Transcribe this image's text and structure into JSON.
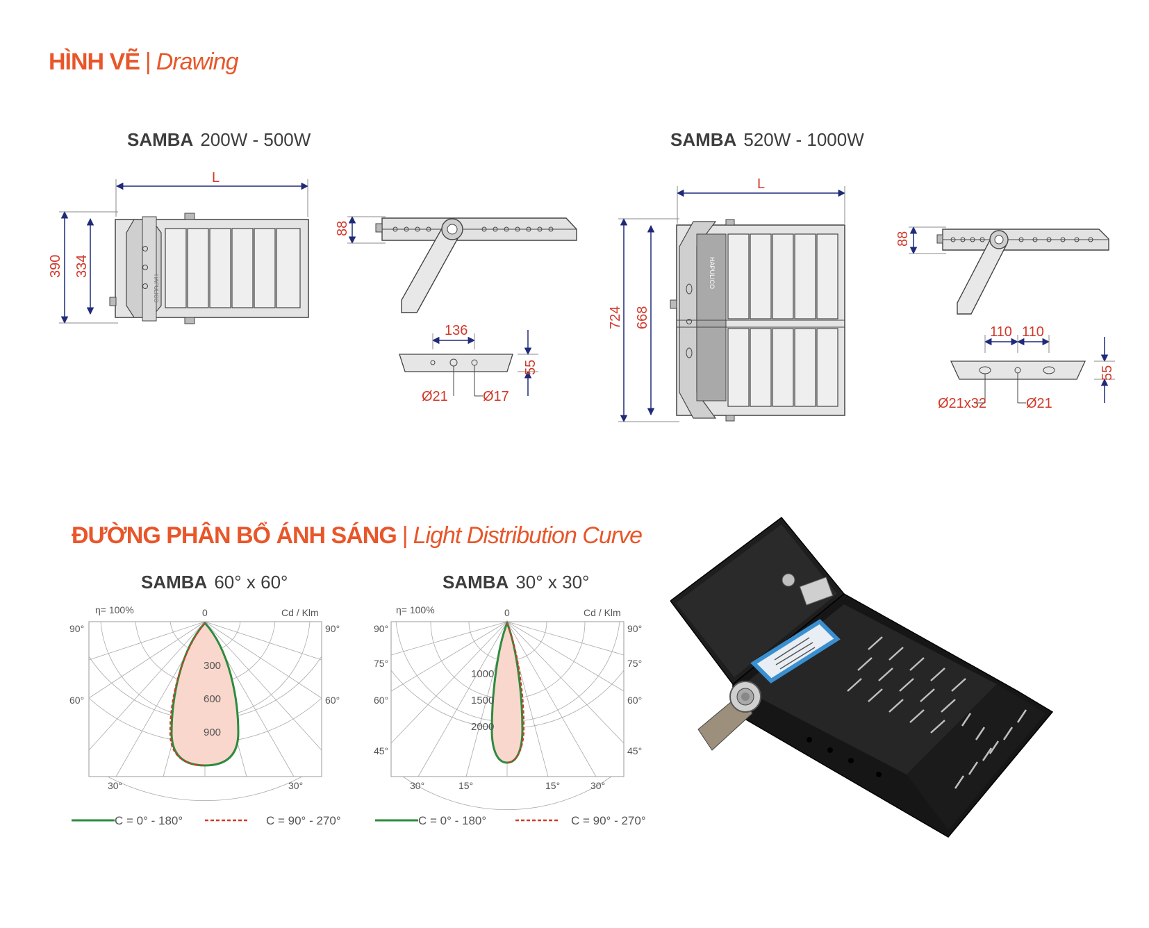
{
  "drawing_section": {
    "title_vi": "HÌNH VẼ",
    "separator": "|",
    "title_en": "Drawing"
  },
  "light_section": {
    "title_vi": "ĐƯỜNG PHÂN BỔ ÁNH SÁNG",
    "separator": "|",
    "title_en": "Light Distribution Curve"
  },
  "models": {
    "small": {
      "name": "SAMBA",
      "range": "200W - 500W"
    },
    "large": {
      "name": "SAMBA",
      "range": "520W - 1000W"
    }
  },
  "small_dims": {
    "length": "L",
    "height_outer": "390",
    "height_inner": "334",
    "side_depth": "88",
    "hole_spacing": "136",
    "bracket_h": "55",
    "hole_a": "Ø21",
    "hole_b": "Ø17",
    "brand": "HAPULICO"
  },
  "large_dims": {
    "length": "L",
    "height_outer": "724",
    "height_inner": "668",
    "side_depth": "88",
    "spacing_a": "110",
    "spacing_b": "110",
    "bracket_h": "55",
    "slot": "Ø21x32",
    "hole": "Ø21",
    "brand": "HAPULICO"
  },
  "polar_charts": [
    {
      "title_name": "SAMBA",
      "title_angle": "60° x 60°",
      "efficiency": "η= 100%",
      "unit": "Cd / Klm",
      "top": "0",
      "angle_labels_left": [
        "90°",
        "60°",
        "30°"
      ],
      "angle_labels_right": [
        "90°",
        "60°",
        "30°"
      ],
      "radial_labels": [
        "300",
        "600",
        "900"
      ],
      "legend": [
        {
          "name": "C = 0° - 180°",
          "color": "#2e8b3e",
          "style": "solid"
        },
        {
          "name": "C = 90° - 270°",
          "color": "#d1392a",
          "style": "dashed"
        }
      ]
    },
    {
      "title_name": "SAMBA",
      "title_angle": "30° x 30°",
      "efficiency": "η= 100%",
      "unit": "Cd / Klm",
      "top": "0",
      "angle_labels_left": [
        "90°",
        "75°",
        "60°",
        "45°",
        "30°",
        "15°"
      ],
      "angle_labels_right": [
        "90°",
        "75°",
        "60°",
        "45°",
        "30°",
        "15°"
      ],
      "radial_labels": [
        "1000",
        "1500",
        "2000"
      ],
      "legend": [
        {
          "name": "C = 0° - 180°",
          "color": "#2e8b3e",
          "style": "solid"
        },
        {
          "name": "C = 90° - 270°",
          "color": "#d1392a",
          "style": "dashed"
        }
      ]
    }
  ],
  "colors": {
    "accent": "#e8562a",
    "dimension": "#d1392a",
    "arrow": "#1f2a7a",
    "curve_green": "#2e8b3e",
    "fill": "#f9d7cc"
  }
}
